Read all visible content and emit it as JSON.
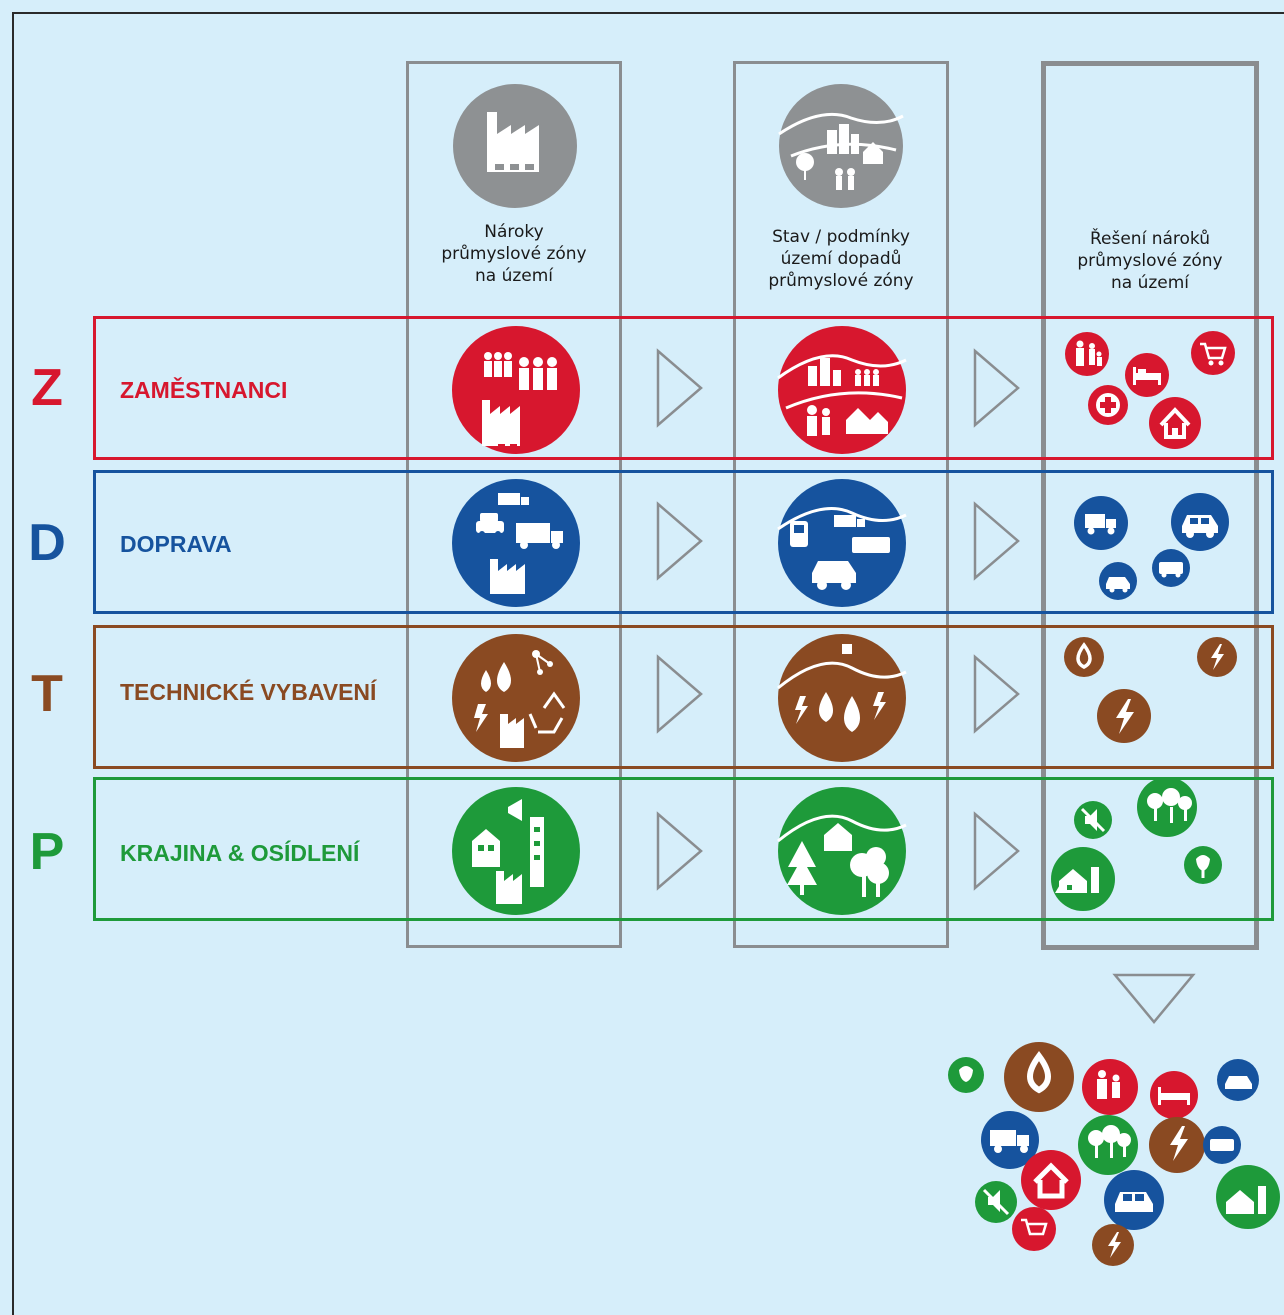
{
  "columns": [
    {
      "title_lines": [
        "Nároky",
        "průmyslové zóny",
        "na území"
      ]
    },
    {
      "title_lines": [
        "Stav / podmínky",
        "území dopadů",
        "průmyslové zóny"
      ]
    },
    {
      "title_lines": [
        "Řešení nároků",
        "průmyslové zóny",
        "na území"
      ]
    }
  ],
  "rows": [
    {
      "letter": "Z",
      "label": "ZAMĚSTNANCI",
      "color": "#d7172e"
    },
    {
      "letter": "D",
      "label": "DOPRAVA",
      "color": "#16539e"
    },
    {
      "letter": "T",
      "label": "TECHNICKÉ VYBAVENÍ",
      "color": "#8a4a22"
    },
    {
      "letter": "P",
      "label": "KRAJINA & OSÍDLENÍ",
      "color": "#1e9a3a"
    }
  ],
  "colors": {
    "background": "#d6eefa",
    "column_border": "#8a8d90",
    "gray_circle": "#8e9193",
    "arrow": "#8a8d90"
  },
  "icons": {
    "header_col1": "factory-icon",
    "header_col2": "landscape-town-icon",
    "z_col1": "workers-factory-icon",
    "z_col2": "town-people-icon",
    "z_col3": [
      "family-icon",
      "bed-icon",
      "shopping-cart-icon",
      "health-cross-icon",
      "house-icon"
    ],
    "d_col1": "vehicles-factory-icon",
    "d_col2": "train-bus-car-icon",
    "d_col3": [
      "truck-icon",
      "car-icon",
      "van-icon",
      "car-icon"
    ],
    "t_col1": "utilities-factory-icon",
    "t_col2": "water-energy-icon",
    "t_col3": [
      "water-drop-icon",
      "lightning-icon",
      "lightning-icon"
    ],
    "p_col1": "settlement-factory-icon",
    "p_col2": "nature-house-icon",
    "p_col3": [
      "no-noise-icon",
      "trees-icon",
      "settlement-icon",
      "flower-icon"
    ],
    "result_cluster": "combined-solutions-icon"
  }
}
